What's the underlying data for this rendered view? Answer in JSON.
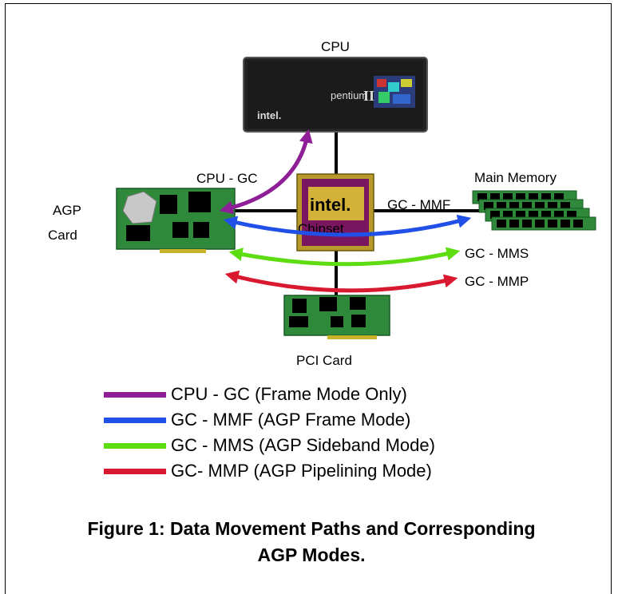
{
  "colors": {
    "cpu_gc": "#8e1f97",
    "gc_mmf": "#2050e8",
    "gc_mms": "#5ddc12",
    "gc_mmp": "#d8192f",
    "board_green": "#2e8a3a",
    "chip_gold": "#b89a2a",
    "chip_purple": "#7a1660"
  },
  "diagram": {
    "cpu_label": "CPU",
    "cpu_chip_brand": "pentium",
    "cpu_chip_model": "II",
    "cpu_chip_maker": "intel.",
    "chipset_maker": "intel.",
    "chipset_label": "Chipset",
    "agp_label_line1": "AGP",
    "agp_label_line2": "Card",
    "main_memory_label": "Main Memory",
    "pci_label": "PCI Card",
    "path_labels": {
      "cpu_gc": "CPU - GC",
      "gc_mmf": "GC - MMF",
      "gc_mms": "GC - MMS",
      "gc_mmp": "GC - MMP"
    }
  },
  "legend": [
    {
      "label": "CPU - GC (Frame Mode Only)",
      "color": "#8e1f97"
    },
    {
      "label": "GC - MMF (AGP Frame Mode)",
      "color": "#2050e8"
    },
    {
      "label": "GC - MMS (AGP Sideband Mode)",
      "color": "#5ddc12"
    },
    {
      "label": "GC- MMP (AGP Pipelining Mode)",
      "color": "#d8192f"
    }
  ],
  "caption": {
    "line1": "Figure 1: Data Movement Paths and Corresponding",
    "line2": "AGP Modes."
  }
}
